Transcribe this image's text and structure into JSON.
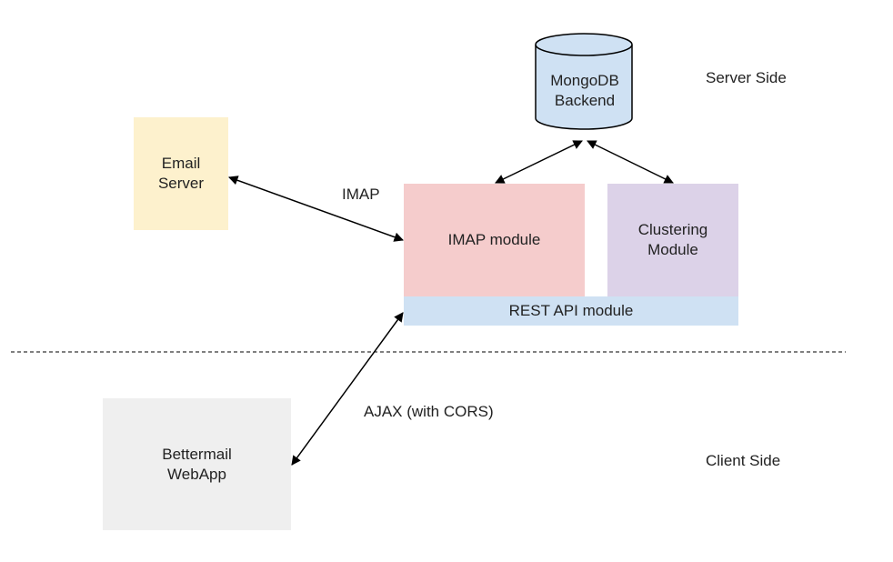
{
  "diagram": {
    "nodes": {
      "mongodb": "MongoDB\nBackend",
      "email_server": "Email\nServer",
      "imap_module": "IMAP module",
      "clustering_module": "Clustering\nModule",
      "rest_api_module": "REST API module",
      "webapp": "Bettermail\nWebApp"
    },
    "labels": {
      "server_side": "Server Side",
      "client_side": "Client Side",
      "imap_protocol": "IMAP",
      "ajax": "AJAX (with CORS)"
    },
    "edges": [
      {
        "from": "email_server",
        "to": "imap_module",
        "style": "bidirectional-arrow"
      },
      {
        "from": "mongodb",
        "to": "imap_module",
        "style": "bidirectional-arrow"
      },
      {
        "from": "mongodb",
        "to": "clustering_module",
        "style": "bidirectional-arrow"
      },
      {
        "from": "webapp",
        "to": "rest_api_module",
        "style": "bidirectional-arrow"
      }
    ],
    "colors": {
      "email_server": "#fdf1cd",
      "imap_module": "#f5cccc",
      "clustering_module": "#dcd2e8",
      "rest_api_module": "#cfe1f3",
      "mongodb": "#cfe1f3",
      "webapp": "#efefef"
    }
  }
}
